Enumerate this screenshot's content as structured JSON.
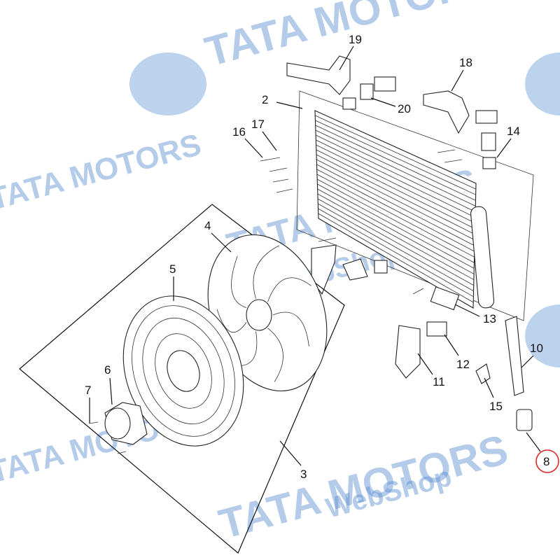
{
  "diagram": {
    "title": "Radiator and cooling fan assembly",
    "callouts": [
      {
        "id": "19",
        "label": "19"
      },
      {
        "id": "2",
        "label": "2"
      },
      {
        "id": "18",
        "label": "18"
      },
      {
        "id": "20",
        "label": "20"
      },
      {
        "id": "14",
        "label": "14"
      },
      {
        "id": "16",
        "label": "16"
      },
      {
        "id": "17",
        "label": "17"
      },
      {
        "id": "4",
        "label": "4"
      },
      {
        "id": "5",
        "label": "5"
      },
      {
        "id": "3",
        "label": "3"
      },
      {
        "id": "6",
        "label": "6"
      },
      {
        "id": "7",
        "label": "7"
      },
      {
        "id": "13",
        "label": "13"
      },
      {
        "id": "12",
        "label": "12"
      },
      {
        "id": "11",
        "label": "11"
      },
      {
        "id": "10",
        "label": "10"
      },
      {
        "id": "15",
        "label": "15"
      },
      {
        "id": "8",
        "label": "8"
      }
    ],
    "highlighted_callout": "8",
    "highlight_color": "#e02020"
  },
  "watermark": {
    "brand": "TATA MOTORS",
    "sub": "WebShop",
    "color": "#5b8fd0"
  }
}
